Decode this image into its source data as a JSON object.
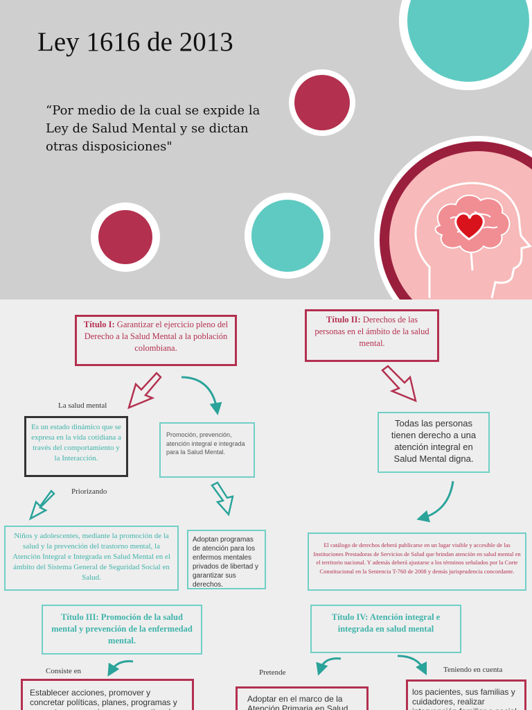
{
  "slide": {
    "title": "Ley 1616 de 2013",
    "quote": "“Por medio de la cual se expide la Ley de Salud Mental y se dictan otras disposiciones\""
  },
  "colors": {
    "accent_red": "#b3304f",
    "accent_teal": "#6fcfc6",
    "slide_bg": "#cfcfcf",
    "map_bg": "#eeeeee"
  },
  "icons": [
    "brain-heart-icon",
    "arrow-down-icon"
  ],
  "map": {
    "titulo1": {
      "head": "Título I:",
      "text": "Garantizar el ejercicio pleno del Derecho a la Salud Mental a la población colombiana."
    },
    "titulo2": {
      "head": "Título II:",
      "text": "Derechos de las personas en el ámbito de la salud mental."
    },
    "label_salud_mental": "La salud mental",
    "salud_mental_def": "Es un estado dinámico que se expresa en la vida cotidiana a través del comportamiento y la Interacción.",
    "promocion": "Promoción, prevención, atención integral e integrada para la Salud Mental.",
    "todas_personas": "Todas las personas tienen derecho a una atención integral en Salud Mental digna.",
    "label_priorizando": "Priorizando",
    "ninos": "Niños y adolescentes, mediante la promoción de la salud y la prevención del trastorno mental, la Atención Integral e Integrada en Salud Mental en el ámbito del Sistema General de Seguridad Social en Salud.",
    "adoptan": "Adoptan programas de atención para los enfermos mentales privados de libertad y garantizar sus derechos.",
    "catalogo": "El catálogo de derechos deberá publicarse en un lugar visible y accesible de las Instituciones Prestadoras de Servicios de Salud que brindan atención en salud mental en el territorio nacional. Y además deberá ajustarse a los términos señalados por la Corte Constitucional en la Sentencia T-760 de 2008 y demás jurisprudencia concordante.",
    "titulo3": "Título III: Promoción de la salud mental y prevención de la enfermedad mental.",
    "titulo4": "Título IV: Atención integral e integrada en salud mental",
    "label_consiste": "Consiste en",
    "label_pretende": "Pretende",
    "label_teniendo": "Teniendo en cuenta",
    "establecer": "Establecer acciones, promover y concretar políticas, planes, programas y proyectos necesarios para garantizar los derechos",
    "adoptar": "Adoptar en el marco de la Atención Primaria en Salud el",
    "pacientes": "los pacientes, sus familias y cuidadores, realizar intervención familiar e social"
  }
}
